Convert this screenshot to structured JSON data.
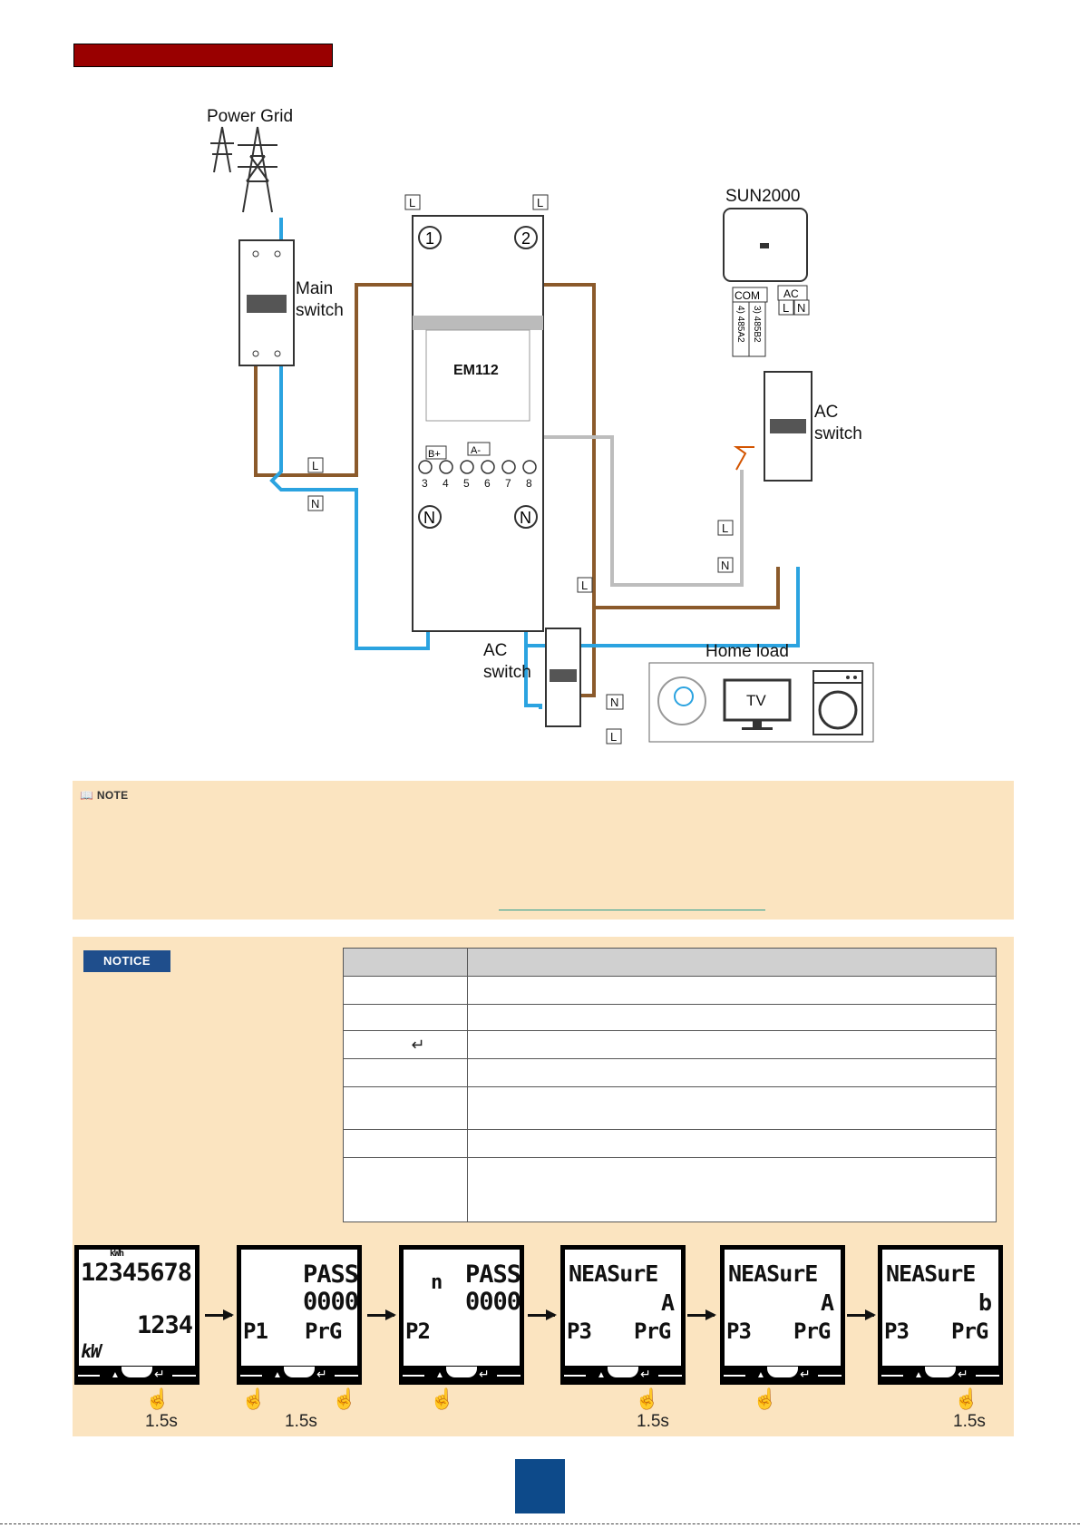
{
  "labels": {
    "power_grid": "Power Grid",
    "main_switch_1": "Main",
    "main_switch_2": "switch",
    "em112": "EM112",
    "sun2000": "SUN2000",
    "com": "COM",
    "ac_port": "AC",
    "l": "L",
    "n": "N",
    "t1": "1",
    "t2": "2",
    "tN": "N",
    "pin_485b2": "3) 485B2",
    "pin_485a2": "4) 485A2",
    "b_plus": "B+",
    "a_minus": "A-",
    "terminals": [
      "3",
      "4",
      "5",
      "6",
      "7",
      "8"
    ],
    "ac_switch_1": "AC",
    "ac_switch_2": "switch",
    "home_load": "Home load",
    "tv": "TV"
  },
  "note": {
    "heading": "NOTE"
  },
  "notice": {
    "heading": "NOTICE",
    "enter_symbol": "↵"
  },
  "lcd_screens": [
    {
      "lines": [
        "kWh",
        "12345678",
        "1234",
        "kW"
      ]
    },
    {
      "lines": [
        "PASS",
        "0000",
        "P1",
        "PrG"
      ]
    },
    {
      "lines": [
        "n",
        "PASS",
        "0000",
        "P2"
      ]
    },
    {
      "lines": [
        "NEASurE",
        "A",
        "P3",
        "PrG"
      ]
    },
    {
      "lines": [
        "NEASurE",
        "A",
        "P3",
        "PrG"
      ]
    },
    {
      "lines": [
        "NEASurE",
        "b",
        "P3",
        "PrG"
      ]
    }
  ],
  "durations": [
    "1.5s",
    "1.5s",
    "1.5s",
    "1.5s"
  ],
  "colors": {
    "live": "#8b5a2b",
    "neutral": "#2ba3e0",
    "signal_gray": "#bdbdbd",
    "signal_orange": "#d35400",
    "accent": "#990000",
    "notice": "#1f4e8c",
    "panel": "#fbe4c0"
  }
}
